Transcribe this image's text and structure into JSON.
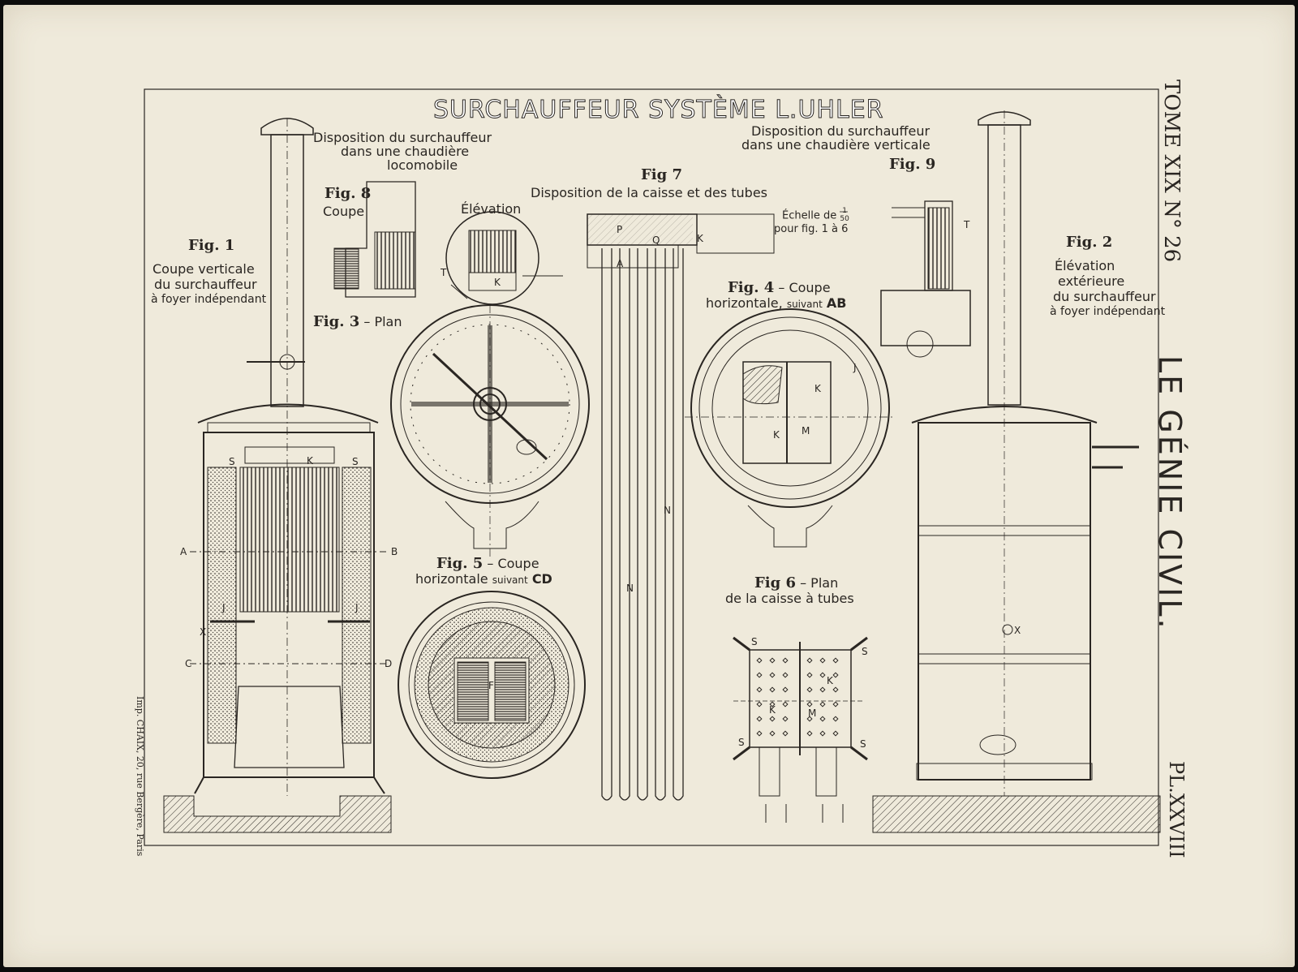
{
  "plate": {
    "title": "SURCHAUFFEUR SYSTÈME L.UHLER",
    "journal": "LE GÉNIE CIVIL.",
    "volume": "TOME XIX N° 26",
    "plate_number": "PL.XXVIII",
    "printer": "Imp. CHAIX, 20, rue Bergère, Paris"
  },
  "figures": {
    "fig1": {
      "number": "Fig. 1",
      "caption_1": "Coupe verticale",
      "caption_2": "du surchauffeur",
      "caption_3": "à foyer indépendant"
    },
    "fig2": {
      "number": "Fig. 2",
      "caption_1": "Élévation",
      "caption_2": "extérieure",
      "caption_3": "du surchauffeur",
      "caption_4": "à foyer indépendant"
    },
    "fig3": {
      "number": "Fig. 3",
      "caption": "– Plan"
    },
    "fig4": {
      "number": "Fig. 4",
      "caption_1": "– Coupe",
      "caption_2": "horizontale,",
      "caption_3": "suivant",
      "caption_4": "AB"
    },
    "fig5": {
      "number": "Fig. 5",
      "caption_1": "– Coupe",
      "caption_2": "horizontale",
      "caption_3": "suivant",
      "caption_4": "CD"
    },
    "fig6": {
      "number": "Fig 6",
      "caption_1": "– Plan",
      "caption_2": "de la caisse à tubes"
    },
    "fig7": {
      "number": "Fig 7",
      "caption": "Disposition de la caisse et des tubes"
    },
    "fig8": {
      "number": "Fig. 8",
      "caption": "Coupe",
      "elevation": "Élévation"
    },
    "fig9": {
      "number": "Fig. 9"
    },
    "locomobile_1": "Disposition du surchauffeur",
    "locomobile_2": "dans une chaudière",
    "locomobile_3": "locomobile",
    "verticale_1": "Disposition du surchauffeur",
    "verticale_2": "dans une chaudière verticale",
    "scale_1": "Échelle de",
    "scale_num": "1",
    "scale_den": "50",
    "scale_2": "pour fig. 1 à 6"
  },
  "letters": {
    "A": "A",
    "B": "B",
    "C": "C",
    "D": "D",
    "K": "K",
    "S": "S",
    "J": "J",
    "X": "X",
    "M": "M",
    "N": "N",
    "P": "P",
    "Q": "Q",
    "T": "T",
    "F": "F"
  }
}
